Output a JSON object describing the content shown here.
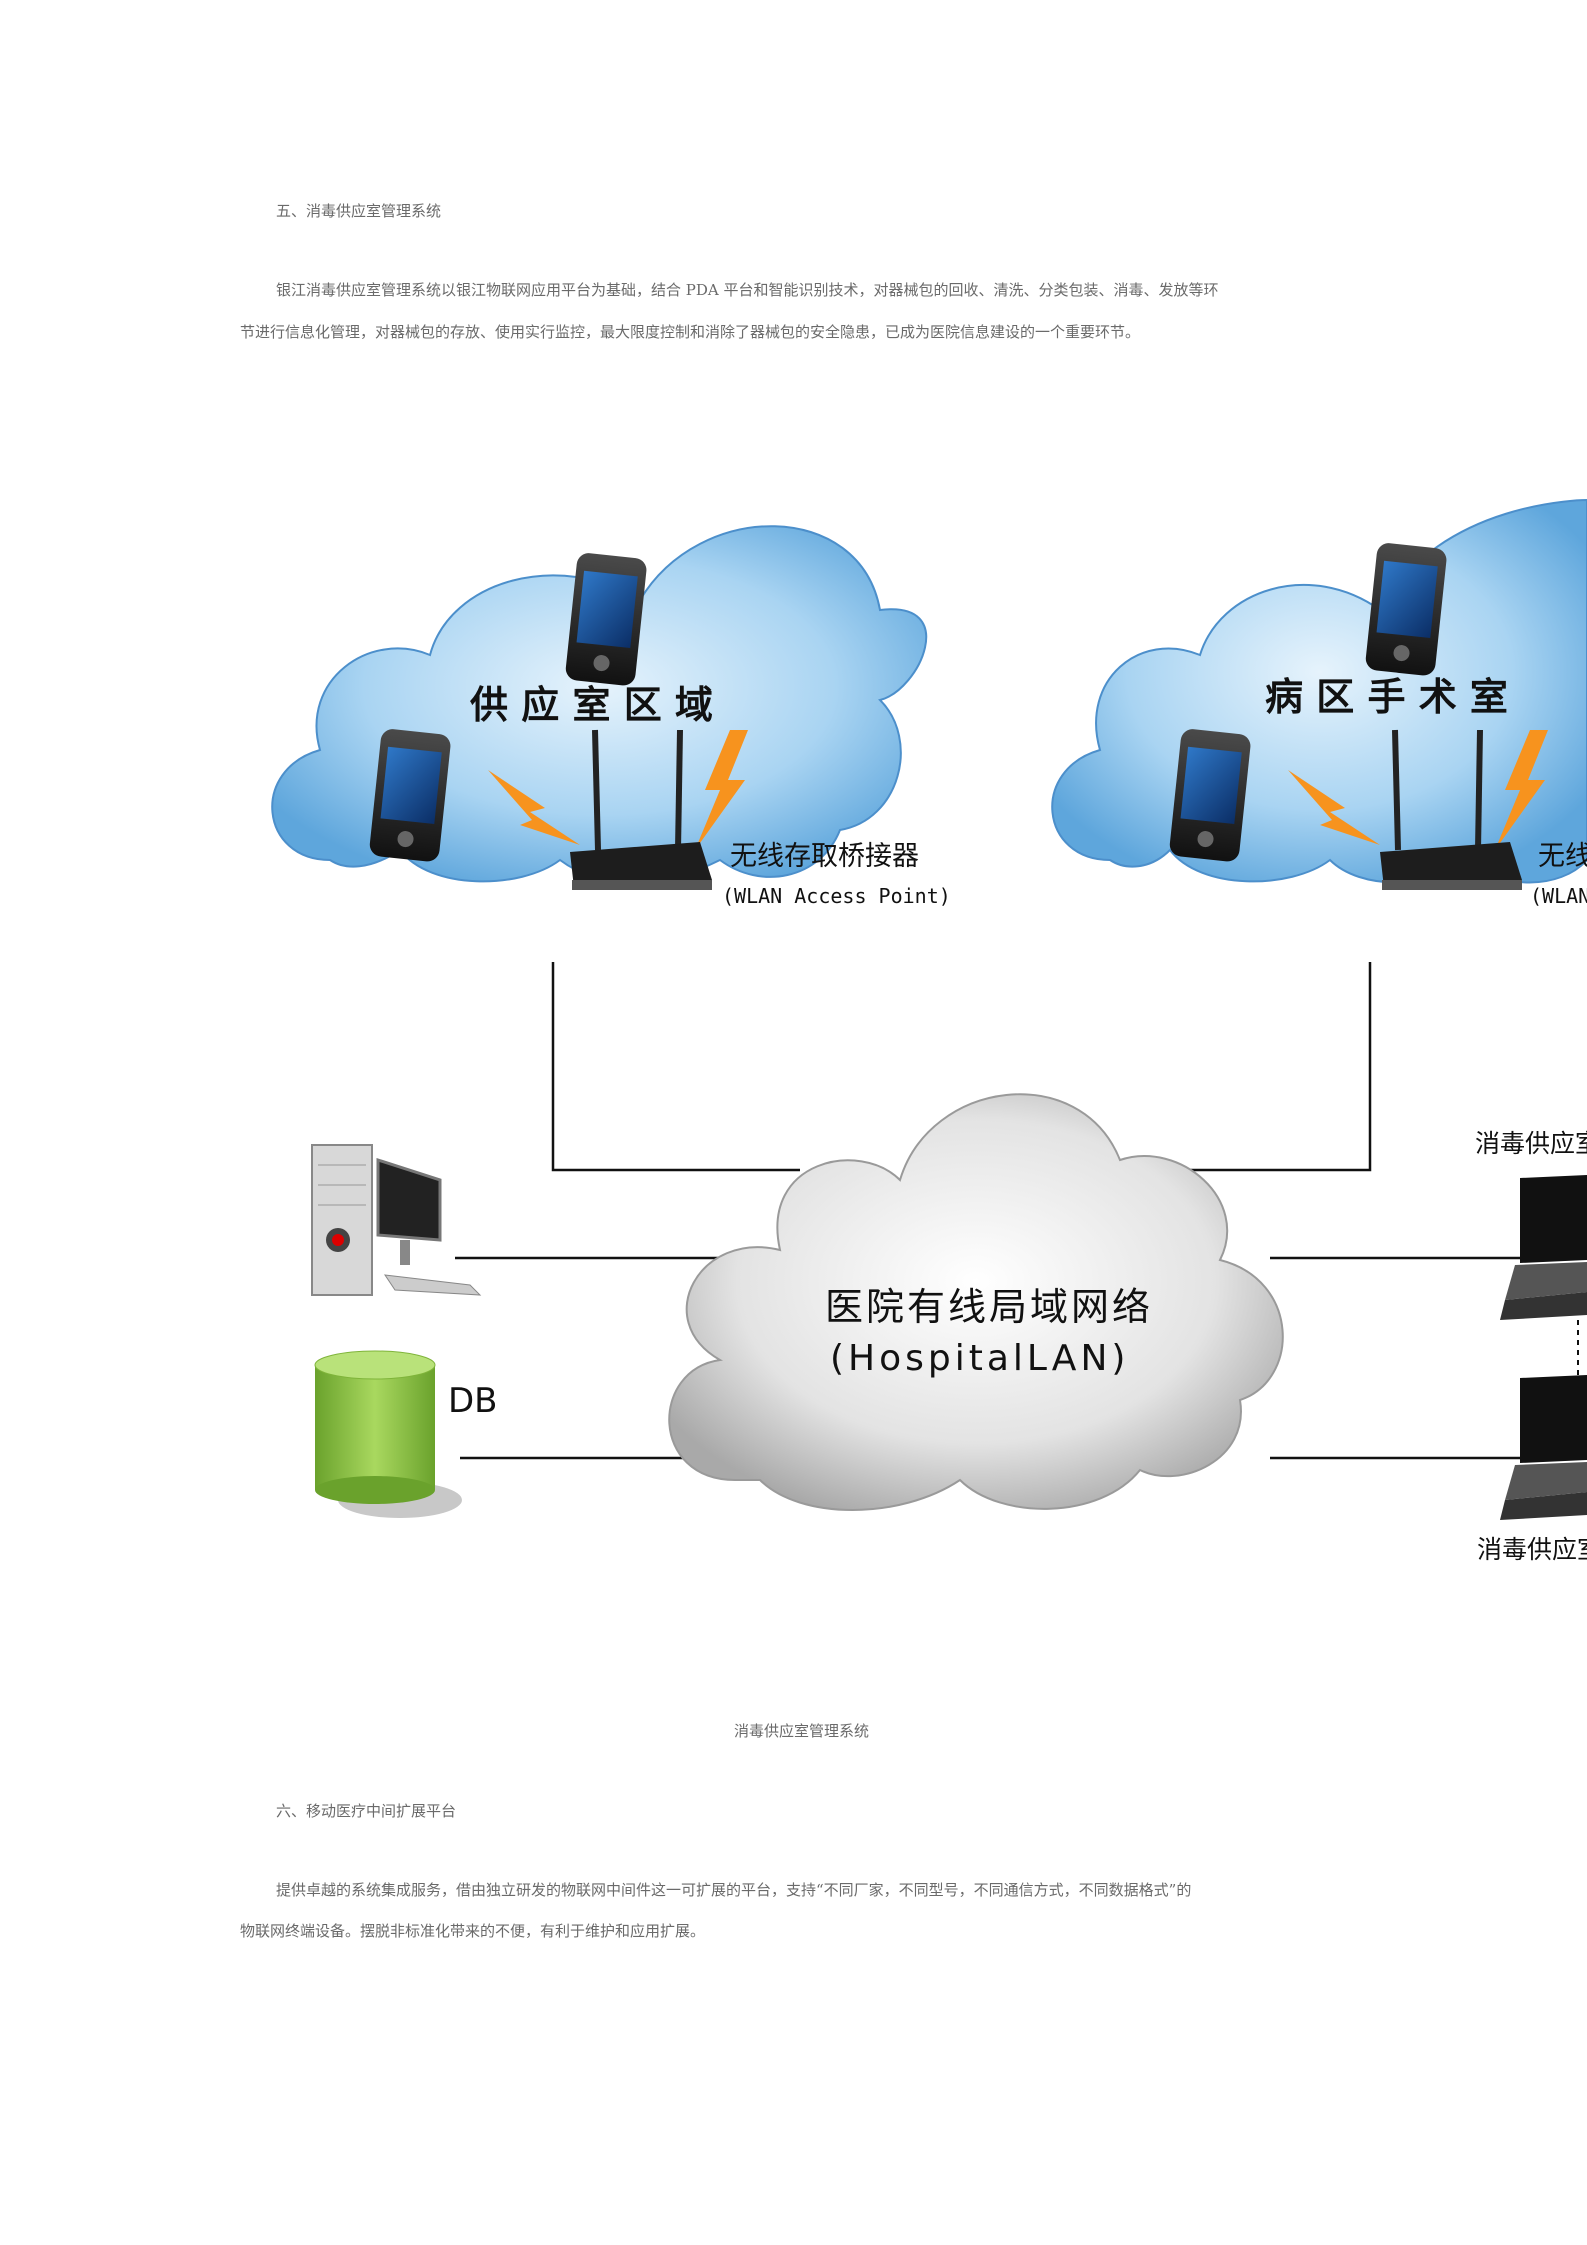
{
  "section5": {
    "heading": "五、消毒供应室管理系统",
    "para_line1": "银江消毒供应室管理系统以银江物联网应用平台为基础，结合 PDA 平台和智能识别技术，对器械包的回收、清洗、分类包装、消毒、发放等环",
    "para_line2": "节进行信息化管理，对器械包的存放、使用实行监控，最大限度控制和消除了器械包的安全隐患，已成为医院信息建设的一个重要环节。"
  },
  "diagram": {
    "cloud_left_title": "供 应 室 区 域",
    "cloud_right_title": "病 区 手 术 室",
    "ap_label_left": "无线存取桥接器",
    "ap_sub_left": "(WLAN Access Point)",
    "ap_label_right": "无线",
    "ap_sub_right": "(WLAN",
    "lan_title": "医院有线局域网络",
    "lan_sub": "(HospitalLAN)",
    "db_label": "DB",
    "laptop_top_label": "消毒供应室",
    "laptop_bottom_label": "消毒供应室",
    "caption": "消毒供应室管理系统"
  },
  "section6": {
    "heading": "六、移动医疗中间扩展平台",
    "para_line1": "提供卓越的系统集成服务，借由独立研发的物联网中间件这一可扩展的平台，支持“不同厂家，不同型号，不同通信方式，不同数据格式”的",
    "para_line2": "物联网终端设备。摆脱非标准化带来的不便，有利于维护和应用扩展。"
  },
  "colors": {
    "blue_cloud": "#8fc6ec",
    "gray_cloud": "#d7d7d7",
    "db_green": "#8cc43f",
    "bolt_orange": "#f7931e"
  }
}
